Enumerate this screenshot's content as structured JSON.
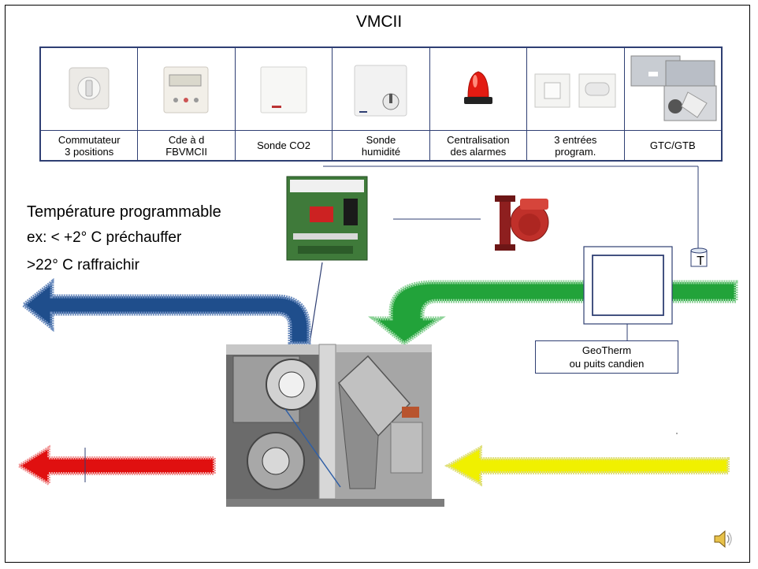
{
  "title": "VMCII",
  "devices": [
    {
      "label": "Commutateur\n3 positions",
      "icon": "rotary-switch-icon"
    },
    {
      "label": "Cde à d\nFBVMCII",
      "icon": "control-panel-icon"
    },
    {
      "label": "Sonde CO2",
      "icon": "co2-sensor-icon"
    },
    {
      "label": "Sonde\nhumidité",
      "icon": "humidity-sensor-icon"
    },
    {
      "label": "Centralisation\ndes alarmes",
      "icon": "alarm-beacon-icon"
    },
    {
      "label": "3 entrées\nprogram.",
      "icon": "wall-switch-icon"
    },
    {
      "label": "GTC/GTB",
      "icon": "gtc-unit-icon"
    }
  ],
  "temperature_text": {
    "line1": "Température programmable",
    "line2": "ex:  < +2° C préchauffer",
    "line3": ">22° C raffraichir"
  },
  "geotherm_label": "GeoTherm\nou puits candien",
  "sensor_label": "T",
  "colors": {
    "border": "#2f3f73",
    "blue_arrow": "#1f4e8c",
    "green_arrow": "#22a33a",
    "red_arrow": "#e01010",
    "yellow_arrow": "#f0f000"
  }
}
